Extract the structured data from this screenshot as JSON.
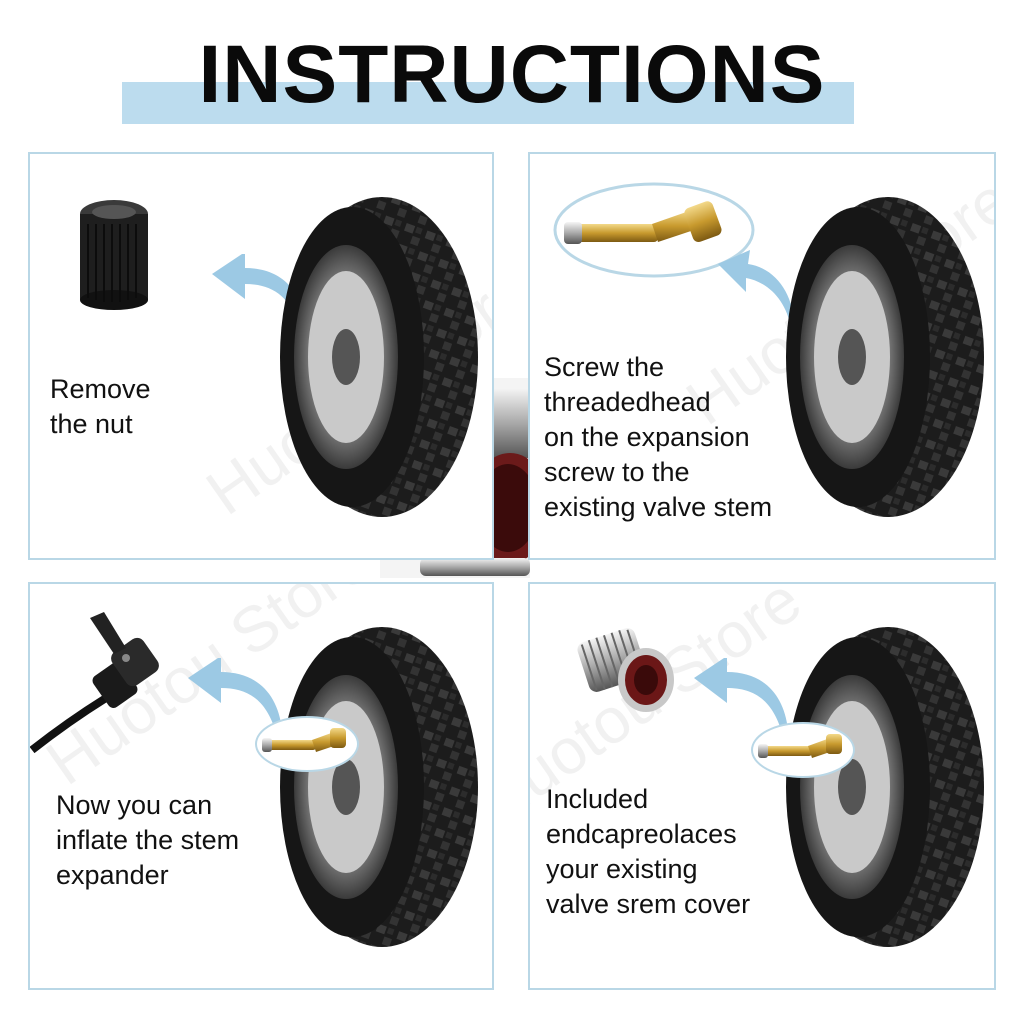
{
  "title": "INSTRUCTIONS",
  "watermark": "Huotou Store",
  "steps": [
    {
      "text": "Remove\nthe nut",
      "part_icon": "valve-cap-icon"
    },
    {
      "text": "Screw the\nthreadedhead\non the expansion\nscrew to the\nexisting valve stem",
      "part_icon": "valve-extension-icon"
    },
    {
      "text": "Now you can\ninflate the stem\nexpander",
      "part_icon": "air-pump-nozzle-icon"
    },
    {
      "text": "Included\nendcapreolaces\nyour existing\nvalve srem cover",
      "part_icon": "metal-end-cap-icon"
    }
  ],
  "colors": {
    "accent": "#bcdcee",
    "border": "#b9d7e6",
    "arrow": "#9cc9e4"
  }
}
